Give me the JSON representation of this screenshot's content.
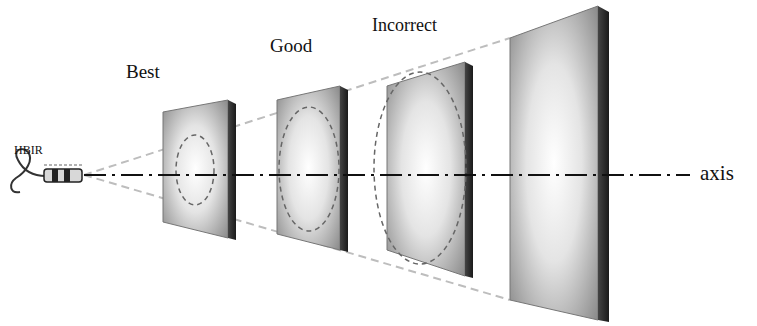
{
  "diagram": {
    "labels": [
      "HBIR",
      "Best",
      "Good",
      "Incorrect",
      "axis"
    ]
  }
}
